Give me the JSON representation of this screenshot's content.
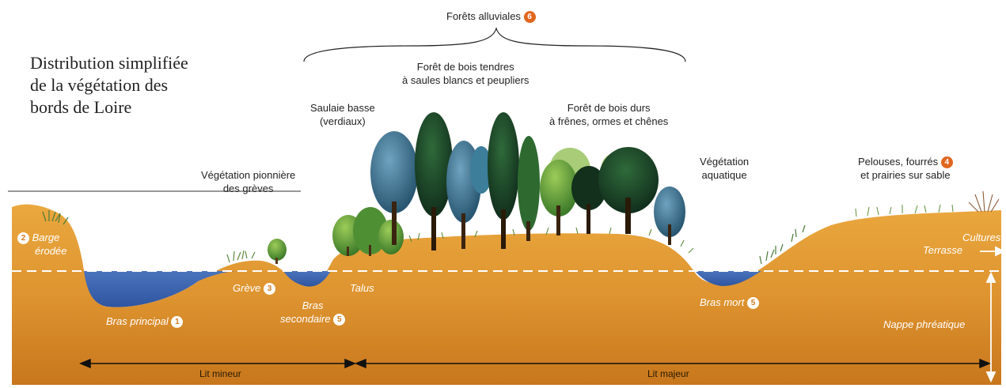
{
  "title_lines": [
    "Distribution simplifiée",
    "de la végétation des",
    "bords de Loire"
  ],
  "labels": {
    "forets_alluviales": "Forêts alluviales",
    "bois_tendres": [
      "Forêt de bois tendres",
      "à saules blancs et peupliers"
    ],
    "saulaie": [
      "Saulaie basse",
      "(verdiaux)"
    ],
    "bois_durs": [
      "Forêt de bois durs",
      "à frênes, ormes et chênes"
    ],
    "pionniere": [
      "Végétation pionnière",
      "des grèves"
    ],
    "aquatique": [
      "Végétation",
      "aquatique"
    ],
    "pelouses": [
      "Pelouses, fourrés",
      "et prairies sur sable"
    ],
    "barge": [
      "Barge",
      "érodée"
    ],
    "greve": "Grève",
    "talus": "Talus",
    "bras_secondaire": [
      "Bras",
      "secondaire"
    ],
    "bras_principal": "Bras principal",
    "bras_mort": "Bras mort",
    "terrasse": "Terrasse",
    "cultures": "Cultures",
    "nappe": "Nappe phréatique",
    "lit_mineur": "Lit mineur",
    "lit_majeur": "Lit majeur"
  },
  "numbers": {
    "forets_alluviales": "6",
    "pelouses": "4",
    "barge": "2",
    "greve": "3",
    "bras_secondaire": "5",
    "bras_principal": "1",
    "bras_mort": "5"
  },
  "colors": {
    "soil_top": "#e6a03a",
    "soil_bottom": "#c8781c",
    "water": "#3e68b4",
    "number_badge": "#e0661e"
  }
}
